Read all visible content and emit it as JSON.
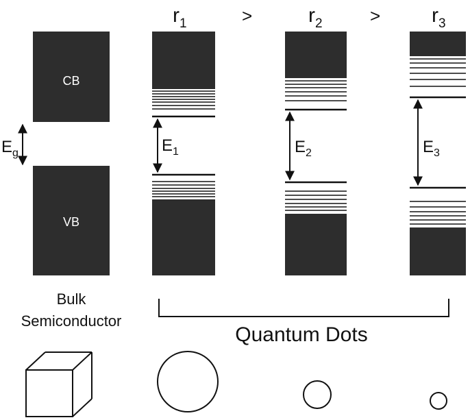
{
  "radius_labels": [
    {
      "base": "r",
      "sub": "1"
    },
    {
      "base": "r",
      "sub": "2"
    },
    {
      "base": "r",
      "sub": "3"
    }
  ],
  "comparison_symbol": ">",
  "bulk": {
    "cb_label": "CB",
    "vb_label": "VB",
    "gap_label": {
      "base": "E",
      "sub": "g"
    },
    "caption_line1": "Bulk",
    "caption_line2": "Semiconductor"
  },
  "gap_labels": [
    {
      "base": "E",
      "sub": "1"
    },
    {
      "base": "E",
      "sub": "2"
    },
    {
      "base": "E",
      "sub": "3"
    }
  ],
  "group_label": "Quantum Dots",
  "colors": {
    "band": "#2d2d2d",
    "line": "#111111",
    "background": "#ffffff"
  }
}
